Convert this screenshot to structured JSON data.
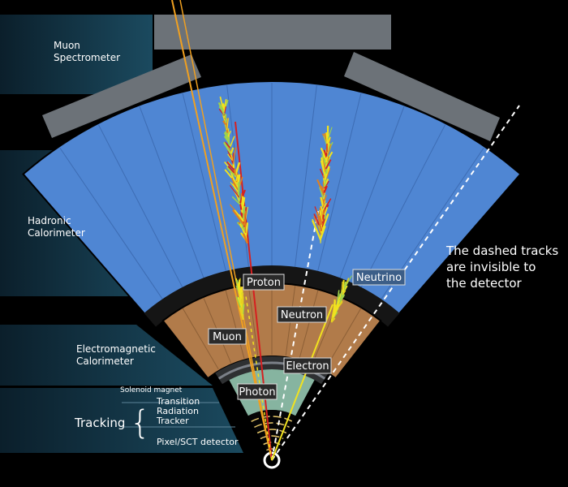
{
  "left_panel": {
    "muon": [
      "Muon",
      "Spectrometer"
    ],
    "hadronic": [
      "Hadronic",
      "Calorimeter"
    ],
    "em": [
      "Electromagnetic",
      "Calorimeter"
    ],
    "solenoid": "Solenoid magnet",
    "tracking": "Tracking",
    "trt": [
      "Transition",
      "Radiation",
      "Tracker"
    ],
    "pixel": "Pixel/SCT detector"
  },
  "particles": {
    "proton": "Proton",
    "neutrino": "Neutrino",
    "neutron": "Neutron",
    "muon": "Muon",
    "electron": "Electron",
    "photon": "Photon"
  },
  "note": [
    "The dashed tracks",
    "are invisible to",
    "the detector"
  ],
  "colors": {
    "hadronic": "#4f86d3",
    "em": "#b17b4a",
    "tracker": "#86b4a0",
    "panel": "#15384c",
    "muon_chamber": "#6c7278",
    "proton_track": "#d62020",
    "muon_track": "#f0a020",
    "shower_yellow": "#f1e21e"
  }
}
